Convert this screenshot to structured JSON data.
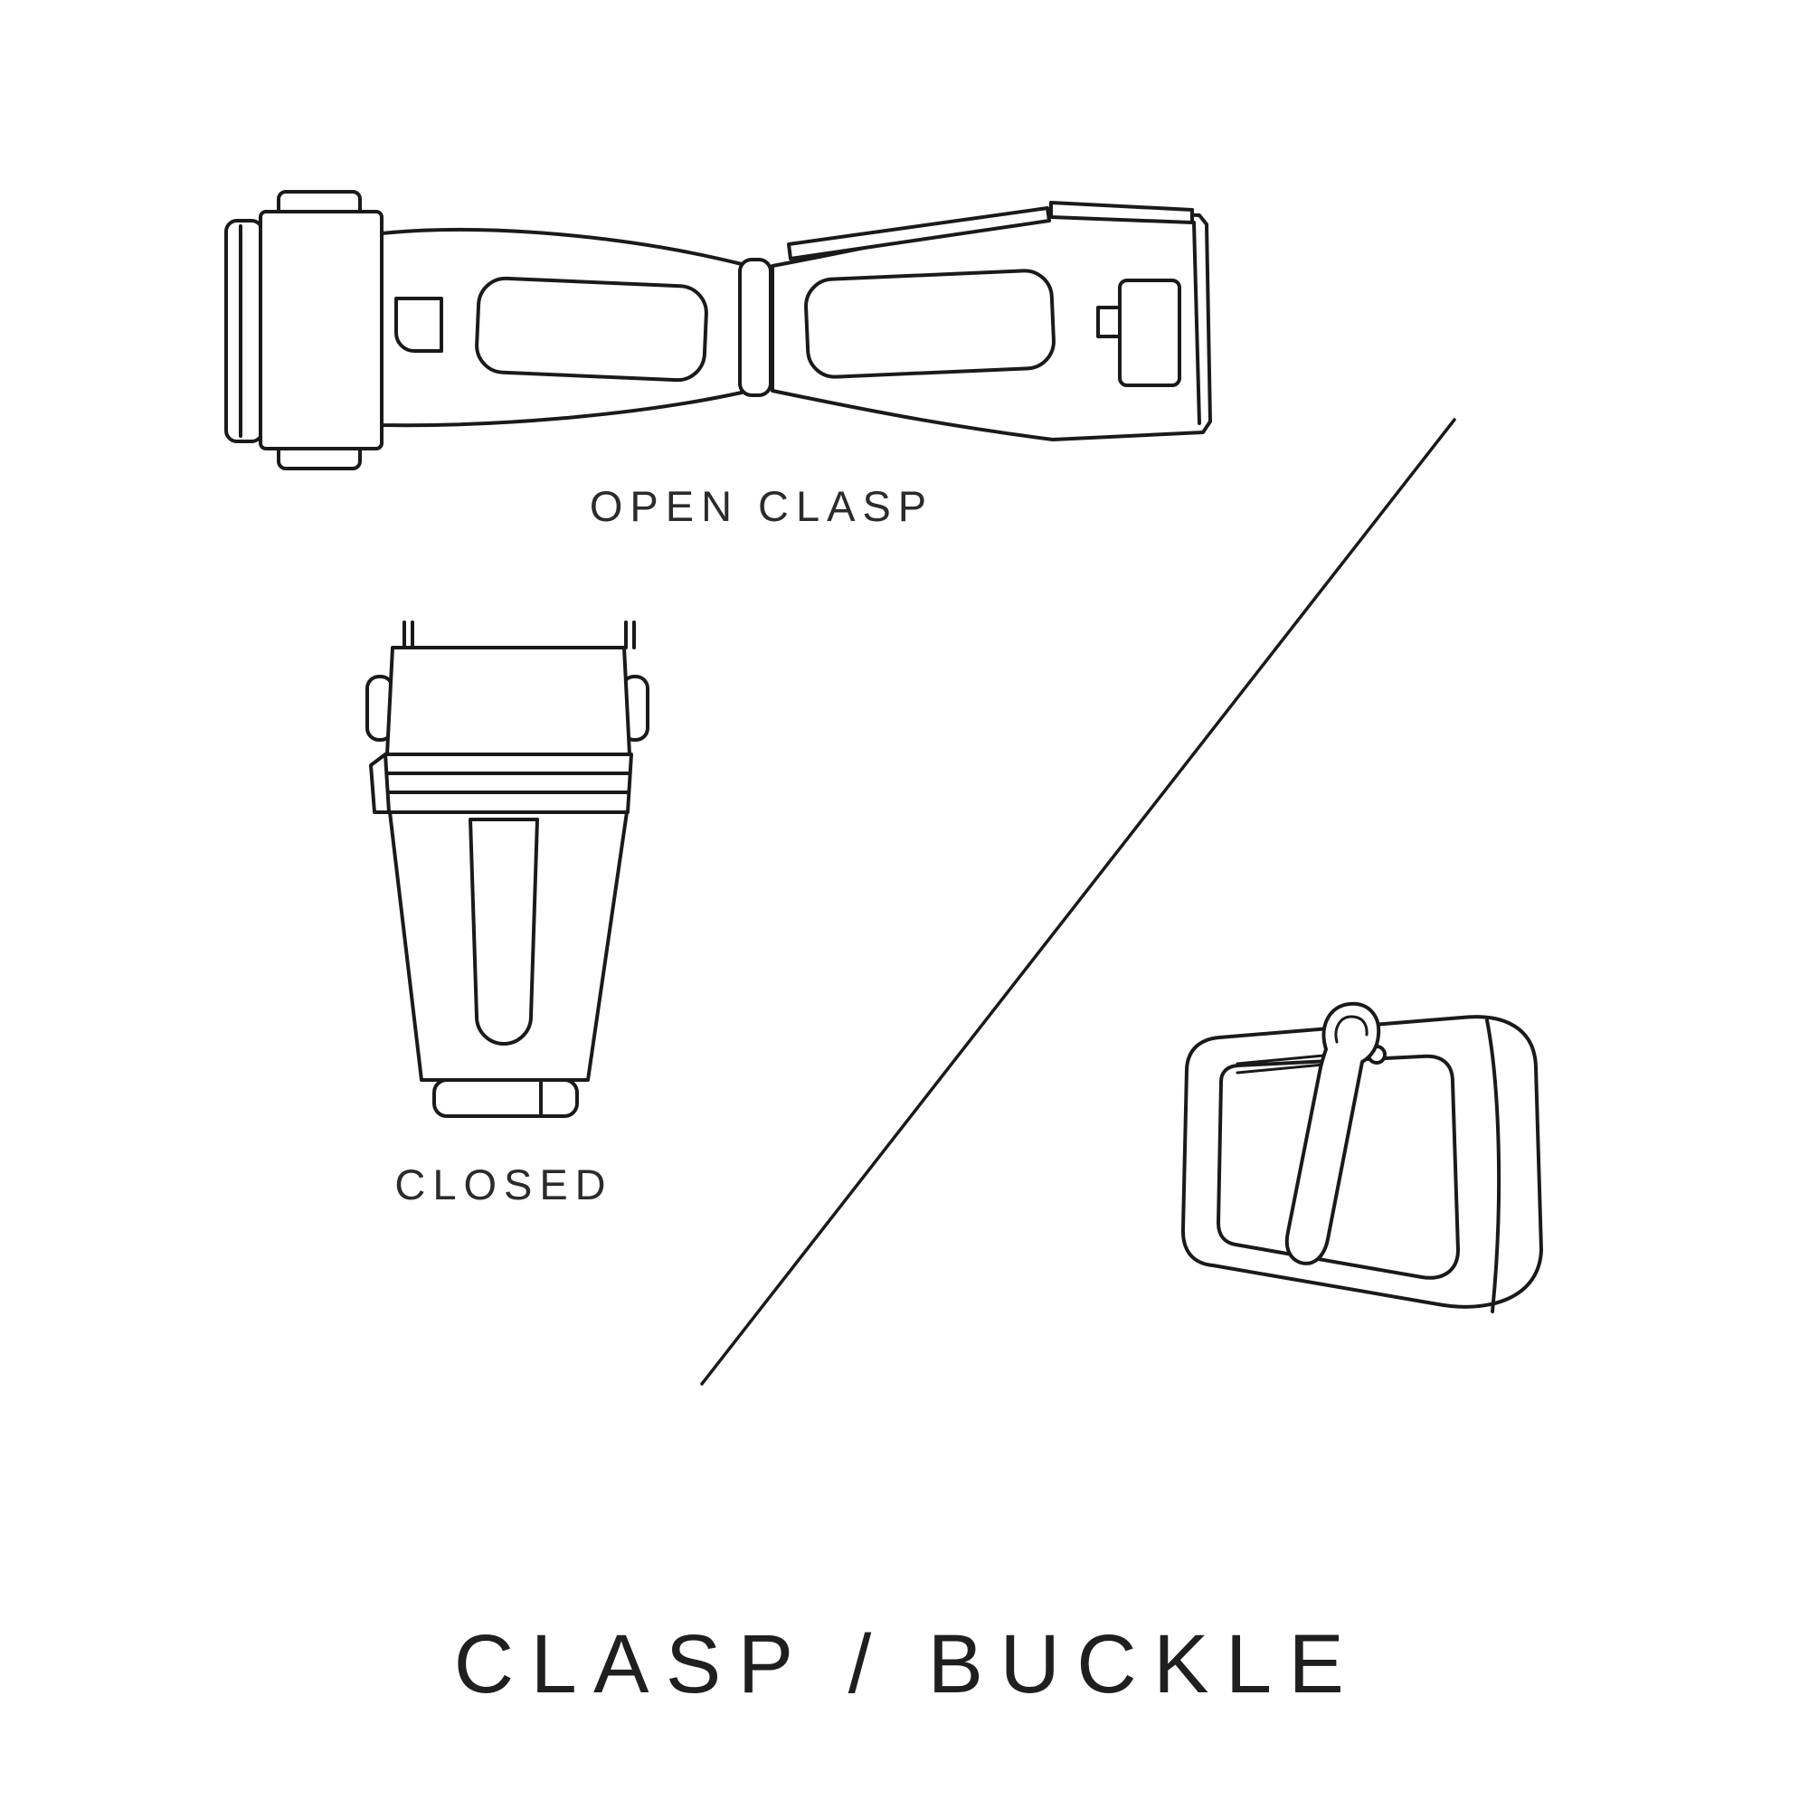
{
  "title": "CLASP / BUCKLE",
  "labels": {
    "open_clasp": "OPEN CLASP",
    "closed": "CLOSED"
  },
  "icons": {
    "open_clasp_illustration": "open-deployant-clasp-line-drawing",
    "closed_clasp_illustration": "closed-clasp-line-drawing",
    "buckle_illustration": "pin-buckle-line-drawing",
    "divider": "diagonal-divider-line"
  },
  "colors": {
    "background": "#ffffff",
    "line": "#1a1a1a",
    "text": "#2b2b2b"
  }
}
